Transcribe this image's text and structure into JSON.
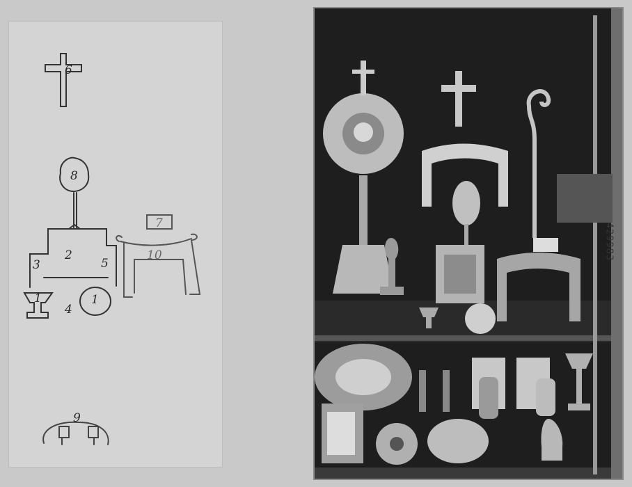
{
  "sketch": {
    "labels": {
      "cross": "6",
      "monstrance": "8",
      "box": "7",
      "center": "2",
      "left": "3",
      "right": "5",
      "chalice": "1",
      "plate": "1",
      "front": "4",
      "stole": "10",
      "bottom": "9"
    }
  },
  "photo": {
    "inventory_number": "429983"
  }
}
